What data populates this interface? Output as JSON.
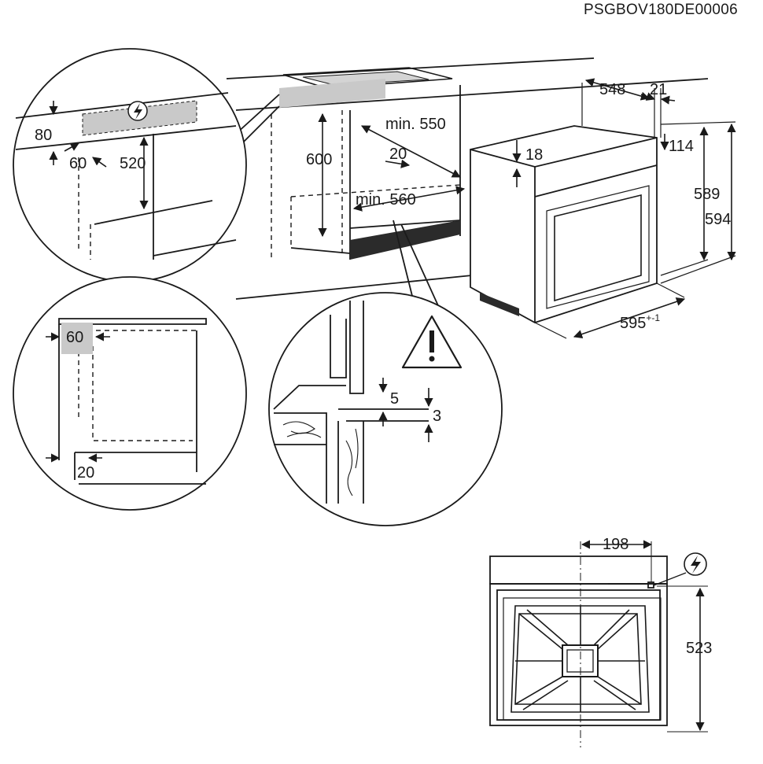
{
  "document_code": "PSGBOV180DE00006",
  "colors": {
    "line": "#1a1a1a",
    "grey_fill": "#c9c9c9",
    "dark_fill": "#2b2b2b",
    "background": "#ffffff"
  },
  "icons": {
    "electric": "lightning-symbol-icon",
    "warning": "warning-triangle-icon"
  },
  "detail_electric_connection": {
    "labels": {
      "offset_top": "80",
      "offset_side": "60",
      "depth": "520"
    }
  },
  "installation_niche": {
    "labels": {
      "height": "600",
      "min_depth": "min. 550",
      "recess": "20",
      "min_width": "min. 560"
    }
  },
  "oven": {
    "labels": {
      "depth": "548",
      "door": "21",
      "top": "18",
      "panel": "114",
      "height_body": "589",
      "height_total": "594",
      "width": "595",
      "width_tolerance": "+-1"
    }
  },
  "detail_side_view": {
    "labels": {
      "gap_top": "60",
      "gap_bottom": "20"
    }
  },
  "detail_floor": {
    "labels": {
      "gap_a": "5",
      "gap_b": "3"
    }
  },
  "rear_view": {
    "labels": {
      "width": "198",
      "height": "523"
    }
  }
}
